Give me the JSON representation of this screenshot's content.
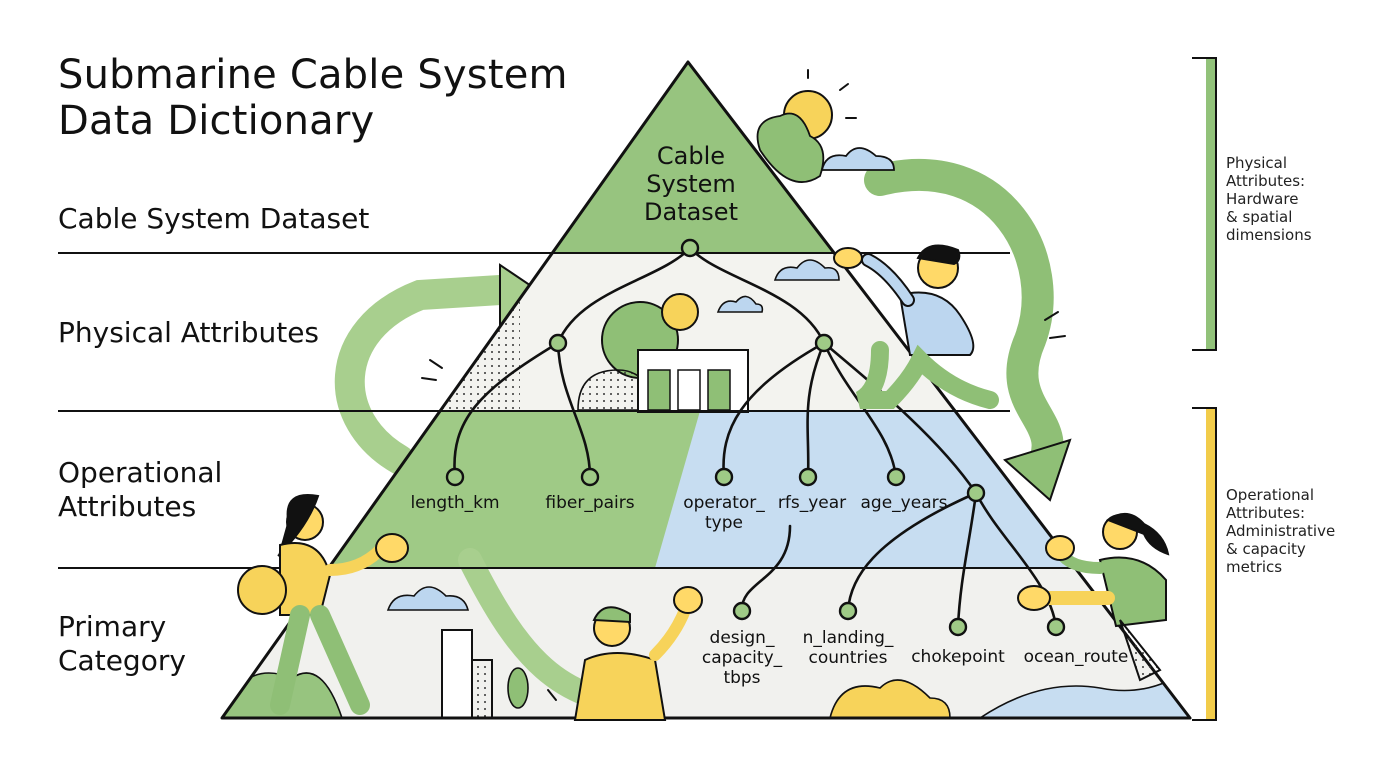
{
  "title": {
    "line1": "Submarine Cable System",
    "line2": "Data Dictionary"
  },
  "levels": {
    "dataset": "Cable System Dataset",
    "physical": "Physical Attributes",
    "operational_line1": "Operational",
    "operational_line2": "Attributes",
    "primary_line1": "Primary",
    "primary_line2": "Category"
  },
  "apex": {
    "line1": "Cable",
    "line2": "System",
    "line3": "Dataset"
  },
  "fields": {
    "length_km": "length_km",
    "fiber_pairs": "fiber_pairs",
    "operator_type_line1": "operator_",
    "operator_type_line2": "type",
    "rfs_year": "rfs_year",
    "age_years": "age_years",
    "design_capacity_line1": "design_",
    "design_capacity_line2": "capacity_",
    "design_capacity_line3": "tbps",
    "n_landing_line1": "n_landing_",
    "n_landing_line2": "countries",
    "chokepoint": "chokepoint",
    "ocean_route": "ocean_route"
  },
  "side_physical": {
    "line1": "Physical",
    "line2": "Attributes:",
    "line3": "Hardware",
    "line4": "& spatial",
    "line5": "dimensions"
  },
  "side_operational": {
    "line1": "Operational",
    "line2": "Attributes:",
    "line3": "Administrative",
    "line4": "& capacity",
    "line5": "metrics"
  },
  "colors": {
    "green": "#92c27a",
    "green_dark": "#6fa85a",
    "blue": "#c5dcf0",
    "yellow": "#f7d35a",
    "bracket_yellow": "#f2cc4a",
    "outline": "#111111"
  }
}
